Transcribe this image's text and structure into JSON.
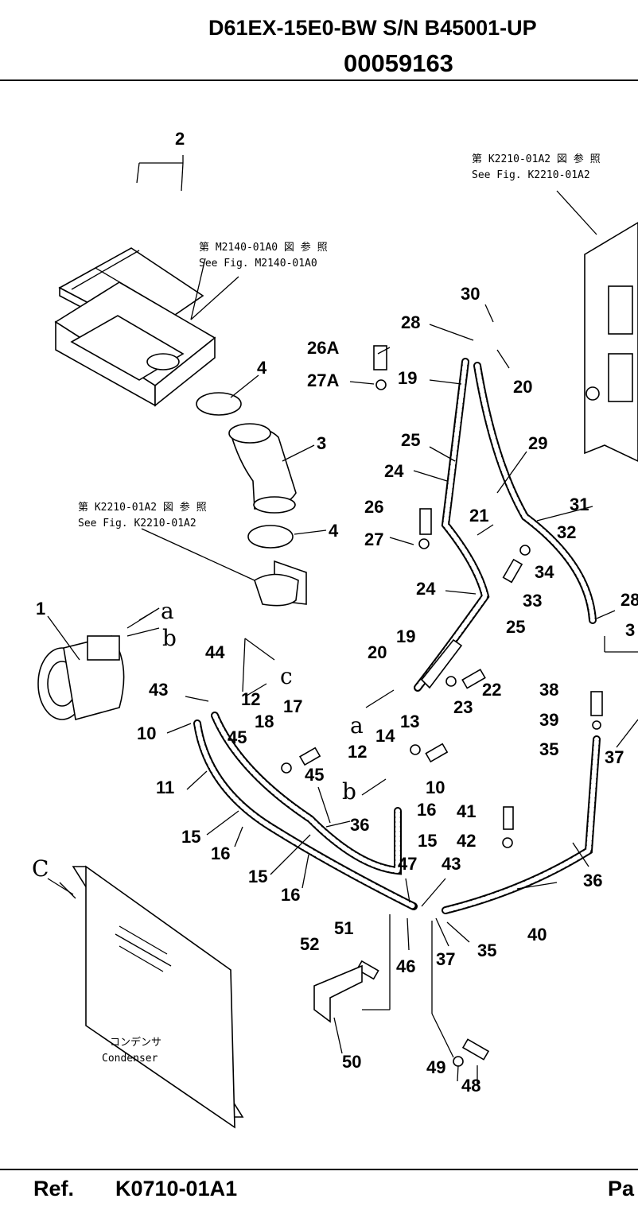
{
  "header": {
    "model": "D61EX-15E0-BW S/N B45001-UP",
    "part_number": "00059163"
  },
  "footer": {
    "ref_label": "Ref.",
    "ref_value": "K0710-01A1",
    "page_label": "Pa"
  },
  "notes": {
    "m2140_jp": "第 M2140-01A0 図 参 照",
    "m2140_en": "See Fig. M2140-01A0",
    "k2210_top_jp": "第 K2210-01A2 図 参 照",
    "k2210_top_en": "See Fig. K2210-01A2",
    "k2210_mid_jp": "第 K2210-01A2 図 参 照",
    "k2210_mid_en": "See Fig. K2210-01A2",
    "condenser_jp": "コンデンサ",
    "condenser_en": "Condenser"
  },
  "view_letters": {
    "a1": "a",
    "b1": "b",
    "c1": "c",
    "a2": "a",
    "b2": "b",
    "c2": "C"
  },
  "callouts": {
    "n1": "1",
    "n2": "2",
    "n3": "3",
    "n4a": "4",
    "n4b": "4",
    "n10a": "10",
    "n10b": "10",
    "n11": "11",
    "n12a": "12",
    "n12b": "12",
    "n13": "13",
    "n14": "14",
    "n15a": "15",
    "n15b": "15",
    "n15c": "15",
    "n16a": "16",
    "n16b": "16",
    "n16c": "16",
    "n17": "17",
    "n18": "18",
    "n19a": "19",
    "n19b": "19",
    "n20a": "20",
    "n20b": "20",
    "n21": "21",
    "n22": "22",
    "n23": "23",
    "n24a": "24",
    "n24b": "24",
    "n25a": "25",
    "n25b": "25",
    "n26": "26",
    "n26A": "26A",
    "n27": "27",
    "n27A": "27A",
    "n28a": "28",
    "n28b": "28",
    "n29": "29",
    "n30": "30",
    "n31": "31",
    "n32": "32",
    "n33": "33",
    "n34": "34",
    "n3b": "3",
    "n35a": "35",
    "n35b": "35",
    "n36a": "36",
    "n36b": "36",
    "n37a": "37",
    "n37b": "37",
    "n38": "38",
    "n39": "39",
    "n40": "40",
    "n41": "41",
    "n42": "42",
    "n43a": "43",
    "n43b": "43",
    "n44": "44",
    "n45a": "45",
    "n45b": "45",
    "n46": "46",
    "n47": "47",
    "n48": "48",
    "n49": "49",
    "n50": "50",
    "n51": "51",
    "n52": "52"
  }
}
